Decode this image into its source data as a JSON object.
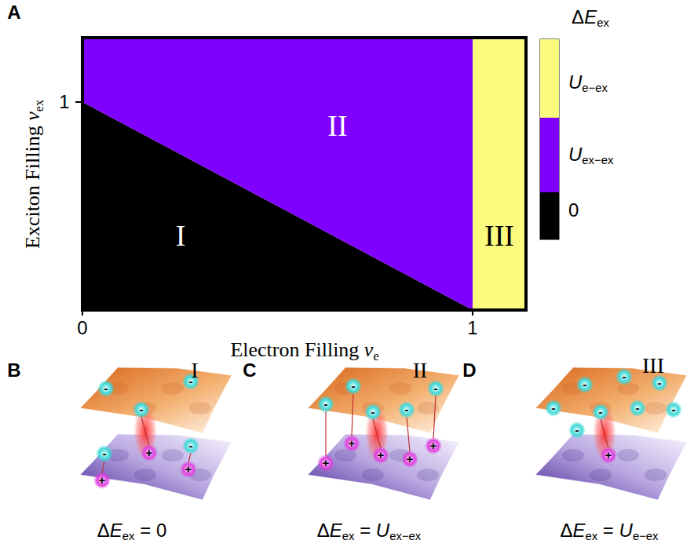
{
  "diagram": {
    "nodes": [
      {
        "text": [
          "I"
        ]
      },
      {
        "text": [
          "II"
        ]
      },
      {
        "text": [
          "III"
        ]
      }
    ],
    "labels": [
      "A",
      "1",
      "0",
      "1",
      "Exciton Filling νex",
      "Electron Filling νe",
      "ΔEex",
      "B",
      "I",
      "ΔEex = 0",
      "C",
      "II",
      "ΔEex = Uex−ex",
      "D",
      "III",
      "ΔEex = Ue−ex",
      "-",
      "-",
      "-",
      "-",
      "-",
      "+",
      "+",
      "+",
      "-",
      "-",
      "-",
      "-",
      "-",
      "+",
      "+",
      "+",
      "+",
      "+",
      "-",
      "-",
      "-",
      "-",
      "-",
      "-",
      "-",
      "-",
      "+"
    ],
    "legend": [
      {
        "text": "Ue−ex",
        "color": "#fbfb7d"
      },
      {
        "text": "Uex−ex",
        "color": "#8000ff"
      },
      {
        "text": "0",
        "color": "#000000"
      }
    ]
  }
}
